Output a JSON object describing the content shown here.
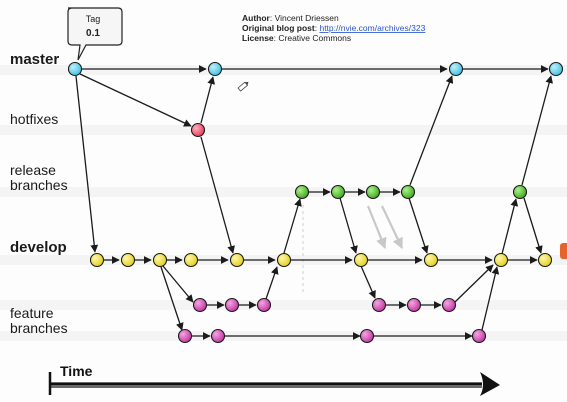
{
  "info": {
    "author_label": "Author",
    "author_value": ": Vincent Driessen",
    "blog_label": "Original blog post",
    "blog_sep": ": ",
    "blog_url": "http://nvie.com/archives/323",
    "license_label": "License",
    "license_value": ": Creative Commons"
  },
  "tag": {
    "label": "Tag",
    "version": "0.1"
  },
  "lanes": {
    "master": "master",
    "hotfixes": "hotfixes",
    "release_line1": "release",
    "release_line2": "branches",
    "develop": "develop",
    "feature_line1": "feature",
    "feature_line2": "branches"
  },
  "time_label": "Time",
  "colors": {
    "master": "#5ad2ee",
    "hotfix": "#f0506e",
    "release": "#4fc42a",
    "develop": "#f2e43a",
    "feature": "#d349b4"
  }
}
